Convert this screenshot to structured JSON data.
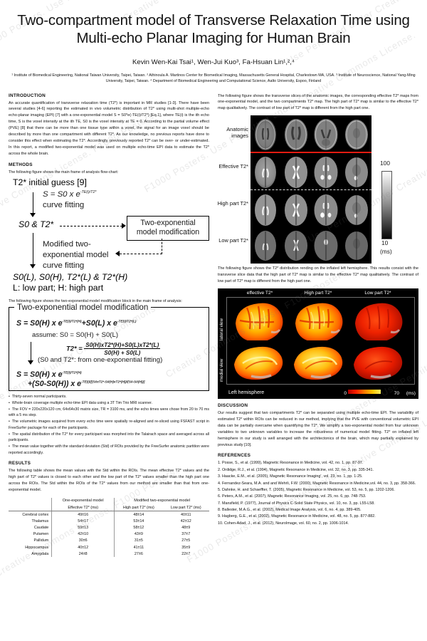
{
  "title": "Two-compartment model of Transverse Relaxation Time using Multi-echo Planar Imaging for Human Brain",
  "authors": "Kevin Wen-Kai Tsai¹, Wen-Jui Kuo³, Fa-Hsuan Lin¹,²,⁴",
  "affiliations": "¹ Institute of Biomedical Engineering, National Taiwan University, Taipei, Taiwan. ² Athinoula A. Martinos Center for Biomedical Imaging, Massachusetts General Hospital, Charlestown MA, USA. ³ Institute of Neuroscience, National Yang-Ming University, Taipei, Taiwan. ⁴ Department of Biomedical Engineering and Computational Science, Aalto University, Espoo, Finland",
  "sections": {
    "introduction_heading": "INTRODUCTION",
    "introduction_text": "An accurate quantification of transverse relaxation time (T2*) is important in MR studies [1-3]. There have been several studies [4-6] reporting the estimated in vivo volumetric distribution of T2* using multi-shot multiple-echo echo-planar imaging (EPI) [7] with a one-exponential model S = S0*e(-TE(i)/T2*) [Eq.1], where TE(i) is the ith echo time, S is the voxel intensity at the ith TE, S0 is the voxel intensity at TE = 0. According to the partial volume effect (PVE) [8] that there can be more than one tissue type within a voxel, the signal for an image voxel should be described by more than one compartment with different T2*. As our knowledge, no previous reports have done to consider this effect when estimating the T2*. Accordingly, previously reported T2* can be over- or under-estimated. In this report, a modified two-exponential model was used on multiple echo-time EPI data to estimate the T2* across the whole brain.",
    "methods_heading": "METHODS",
    "methods_intro": "The following figure shows the main frame of analysis flow-chart:",
    "methods_intro2": "The following figure shows the two-exponential model modification block in the main frame of analysis:",
    "results_heading": "RESULTS",
    "results_text": "The following table shows the mean values with the Std within the ROIs. The mean effective T2* values and the high part of T2* values is closed to each other and the low part of the T2* values smaller than the high part one across the ROIs. The Std within the ROIs of the T2* values from our method are smaller than that from one-exponential model.",
    "discussion_heading": "DISCUSSION",
    "discussion_text": "Our results suggest that two compartments T2* can be separated using multiple echo-time EPI. The variability of estimated T2* within ROIs can be reduced in our method, implying that the PVE with conventional volumetric EPI data can be partially overcame when quantifying the T2*. We simplify a two-exponential model from four unknown variables to two unknown variables to increase the robustness of numerical model fitting. T2* on inflated left hemisphere in our study is well arranged with the architectonics of the brain, which may partially explained by previous study [10].",
    "references_heading": "REFERENCES",
    "fig1_caption": "The following figure shows the transverse slices of the anatomic images, the corresponding effective T2* maps from one-exponential model, and the two compartments T2* map. The high part of T2* map is similar to the effective T2* map qualitatively. The contrast of low part of T2* map is different from the high part one.",
    "fig2_caption": "The following figure shows the T2* distribution rending on the inflated left hemisphere. This results consist with the transverse slice data that the high part of T2* map is similar to the effective T2* map qualitatively. The contrast of low part of T2* map is different from the high part one."
  },
  "flowchart": {
    "step1": "T2* initial guess [9]",
    "eq1": "S = S0 x e",
    "eq1_sup": "-TE(i)/T2*",
    "fit1": "curve fitting",
    "step2": "S0 & T2*",
    "modbox_line1": "Two-exponential",
    "modbox_line2": "model modification",
    "step3_line1": "Modified two-",
    "step3_line2": "exponential model",
    "fit2": "curve fitting",
    "step4": "S0(L), S0(H), T2*(L) & T2*(H)",
    "legend": "L: low part; H: high part"
  },
  "equation_box": {
    "title": "Two-exponential model modification",
    "line1_a": "S = S0(H) x e",
    "line1_sup1": "-TE(i)/T2*(H)",
    "line1_b": "+S0(L) x e",
    "line1_sup2": "-TE(i)/T2*(L)",
    "assume": "assume:  S0 = S0(H) + S0(L)",
    "t2_label": "T2* =",
    "t2_num": "S0(H)xT2*(H)+S0(L)xT2*(L)",
    "t2_den": "S0(H) + S0(L)",
    "note": "(S0 and T2*: from one-exponential fitting)",
    "line2_a": "S = S0(H) x e",
    "line2_sup1": "-TE(i)/T2*(H)",
    "line2_b": "+(S0-S0(H)) x e",
    "line2_sup2": "-TE(i)/[(S0xT2*-S0(H)xT2*(H))/(S0-S0(H))]"
  },
  "bullets": [
    "Thirty-seven normal participants.",
    "Whole-brain coverage multiple echo-time EPI data using a 3T Tim Trio MRI scanner.",
    "The FOV = 220x220x120 cm, 64x64x30 matrix size, TR = 3100 ms, and the echo times were chose from 20 to 70 ms with a 5 ms step.",
    "The volumetric images acquired from every echo time were spatially re-aligned and re-sliced using FSFAST script in FreeSurfer package for each of the participants.",
    "The spatial distribution of the T2* for every participant was morphed into the Talairach space and averaged across all participants.",
    "The mean value together with the standard deviation (Std) of ROIs provided by the FreeSurfer anatomic partition were reported accordingly."
  ],
  "table": {
    "group_headers": [
      "One-exponential model",
      "Modified two-exponential model"
    ],
    "column_headers": [
      "Effective T2* (ms)",
      "High part T2* (ms)",
      "Low part T2* (ms)"
    ],
    "rows": [
      {
        "roi": "Cerebral cortex",
        "effective": "49±16",
        "high": "48±14",
        "low": "40±11"
      },
      {
        "roi": "Thalamus",
        "effective": "54±17",
        "high": "53±14",
        "low": "42±12"
      },
      {
        "roi": "Caudate",
        "effective": "59±13",
        "high": "58±12",
        "low": "48±9"
      },
      {
        "roi": "Putamen",
        "effective": "42±10",
        "high": "43±9",
        "low": "37±7"
      },
      {
        "roi": "Pallidum",
        "effective": "30±6",
        "high": "31±5",
        "low": "27±5"
      },
      {
        "roi": "Hippocampus",
        "effective": "40±12",
        "high": "41±11",
        "low": "35±9"
      },
      {
        "roi": "Amygdala",
        "effective": "24±8",
        "high": "27±6",
        "low": "22±7"
      }
    ]
  },
  "figure1": {
    "row_labels": [
      "Anatomic images",
      "Effective T2*",
      "High part T2*",
      "Low part T2*"
    ],
    "colorbar_max": "100",
    "colorbar_min": "10",
    "colorbar_unit": "(ms)"
  },
  "figure2": {
    "column_headers": [
      "effective T2*",
      "High part T2*",
      "Low part T2*"
    ],
    "row_labels": [
      "lateral view",
      "medial view"
    ],
    "hemisphere_label": "Left hemisphere",
    "colorbar_min": "0",
    "colorbar_max": "70",
    "colorbar_unit": "(ms)"
  },
  "references": [
    "1. Posse, S., et al. (1999), Magnetic Resonance in Medicine, vol. 42, no. 1, pp. 87-97.",
    "2. Ordidge, R.J., et al. (1994), Magnetic Resonance in Medicine, vol. 32, no. 3, pp. 335-341.",
    "3. Haacke, E.M., et al. (2005), Magnetic Resonance Imaging', vol. 23, no. 1, pp. 1-25.",
    "4. Fernandez-Seara, M.A. and and Wehrli, F.W. (2000), Magnetic Resonance in Medicine,vol. 44, no. 3, pp. 358-366.",
    "5. Dahnke, H. and Schaeffter, T. (2005), Magnetic Resonance in Medicine, vol. 53, no. 5, pp. 1202-1206.",
    "6. Peters, A.M., et al. (2007), Magnetic Resonance Imaging, vol. 25, no. 6, pp. 748-753.",
    "7. Mansfield, P. (1977), Journal of Physics C-Solid State Physics, vol. 10, no. 3, pp. L55-L58.",
    "8. Ballester, M.A.G., et al. (2002), Medical Image Analysis, vol. 6, no. 4, pp. 389-405.",
    "9. Hagberg, G.E., et al. (2002), Magnetic Resonance in Medicine, vol. 48, no. 5, pp. 877-882.",
    "10. Cohen-Adad, J., et al. (2012), NeuroImage, vol. 60, no. 2, pp. 1006-1014."
  ],
  "watermarks": [
    "F1000 Posters. Use Permitted under Creative Commons License.",
    "Creative Commons License. F1000 Posters.",
    "Use Permitted under Creative Commons"
  ]
}
